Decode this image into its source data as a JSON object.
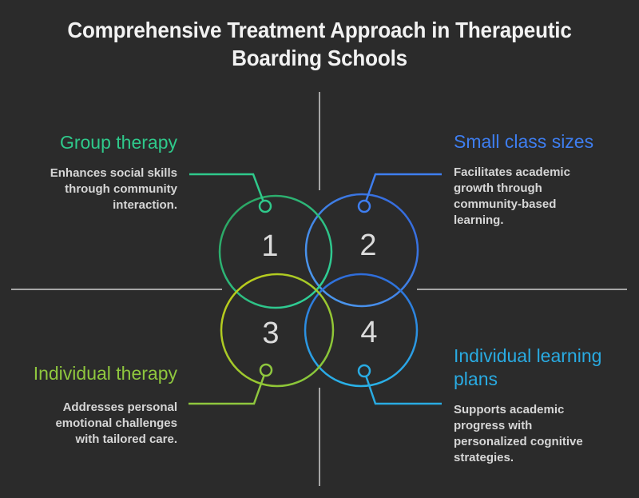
{
  "title": "Comprehensive Treatment Approach in Therapeutic\nBoarding Schools",
  "decor": {
    "background": "#2B2B2B",
    "title_color": "#F2F2F2",
    "cross_color": "#A6A6A6",
    "number_color": "#DCDCDC",
    "description_color": "#D6D6D6"
  },
  "gradients": {
    "circle1": [
      "#2BA05C",
      "#30D6A0"
    ],
    "circle2": [
      "#3265DC",
      "#4F9FF0"
    ],
    "circle3": [
      "#C3CE16",
      "#7FC441"
    ],
    "circle4": [
      "#2F6DDB",
      "#29B2E8"
    ]
  },
  "items": [
    {
      "number": "1",
      "heading": "Group therapy",
      "description": "Enhances social skills\nthrough community\ninteraction.",
      "color": "#2FC98B"
    },
    {
      "number": "2",
      "heading": "Small class sizes",
      "description": "Facilitates academic\ngrowth through\ncommunity-based\nlearning.",
      "color": "#3E7EF0"
    },
    {
      "number": "3",
      "heading": "Individual therapy",
      "description": "Addresses personal\nemotional challenges\nwith tailored care.",
      "color": "#8FC73E"
    },
    {
      "number": "4",
      "heading": "Individual learning\nplans",
      "description": "Supports academic\nprogress with\npersonalized cognitive\nstrategies.",
      "color": "#29ABE2"
    }
  ]
}
